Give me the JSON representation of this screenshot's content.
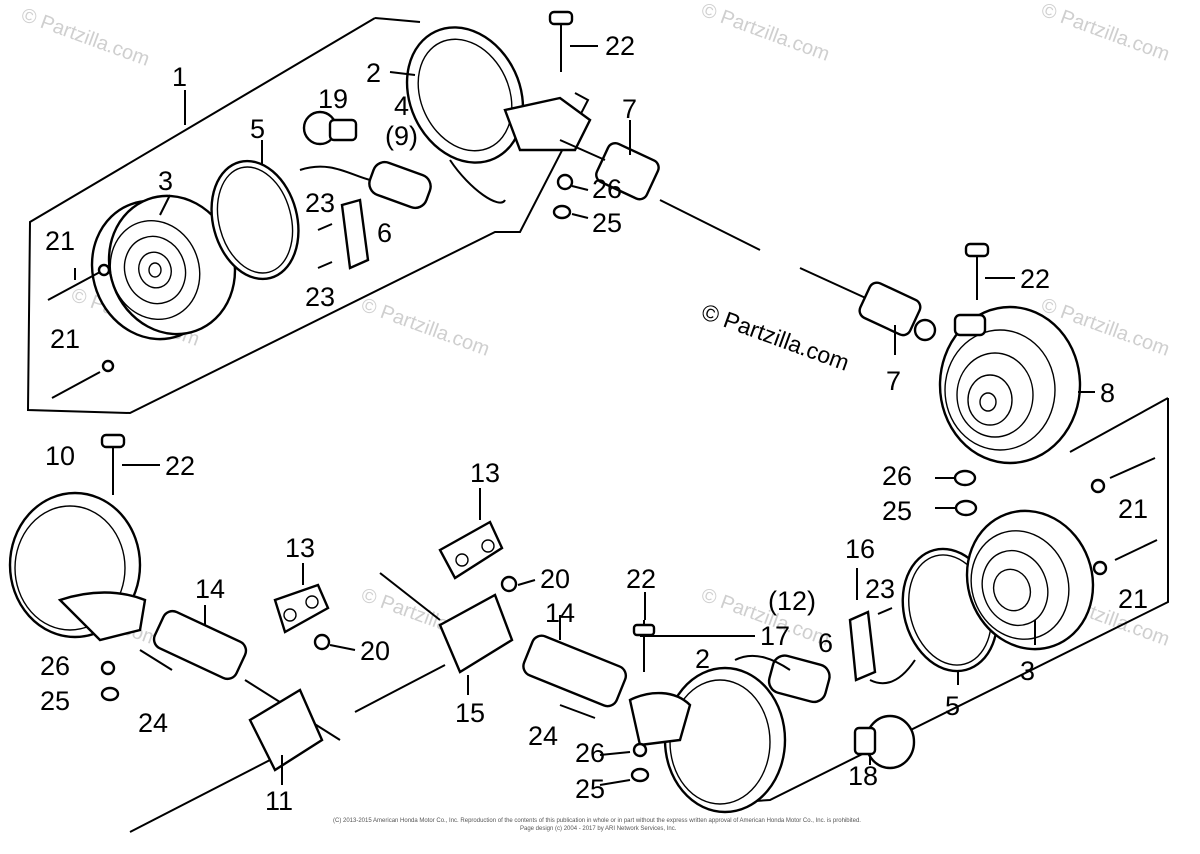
{
  "watermark": {
    "text": "© Partzilla.com",
    "center_text": "© Partzilla.com"
  },
  "copyright": {
    "line1": "(C) 2013-2015 American Honda Motor Co., Inc. Reproduction of the contents of this publication in whole or in part without the express written approval of American Honda Motor Co., Inc. is prohibited.",
    "line2": "Page design (c) 2004 - 2017 by ARI Network Services, Inc."
  },
  "callouts": {
    "c1": "1",
    "c2a": "2",
    "c4": "4",
    "c19": "19",
    "c3a": "3",
    "c5a": "5",
    "c9": "(9)",
    "c21a": "21",
    "c21b": "21",
    "c23a": "23",
    "c23b": "23",
    "c6a": "6",
    "c22a": "22",
    "c7a": "7",
    "c26a": "26",
    "c25a": "25",
    "c22b": "22",
    "c7b": "7",
    "c8": "8",
    "c10": "10",
    "c22c": "22",
    "c14a": "14",
    "c26b": "26",
    "c25b": "25",
    "c24a": "24",
    "c13a": "13",
    "c13b": "13",
    "c20a": "20",
    "c20b": "20",
    "c11": "11",
    "c15": "15",
    "c14b": "14",
    "c24b": "24",
    "c22d": "22",
    "c17": "17",
    "c2b": "2",
    "c26c": "26",
    "c25c": "25",
    "c26d": "26",
    "c25d": "25",
    "c21c": "21",
    "c21d": "21",
    "c16": "16",
    "c12": "(12)",
    "c23c": "23",
    "c6b": "6",
    "c3b": "3",
    "c5b": "5",
    "c18": "18"
  }
}
